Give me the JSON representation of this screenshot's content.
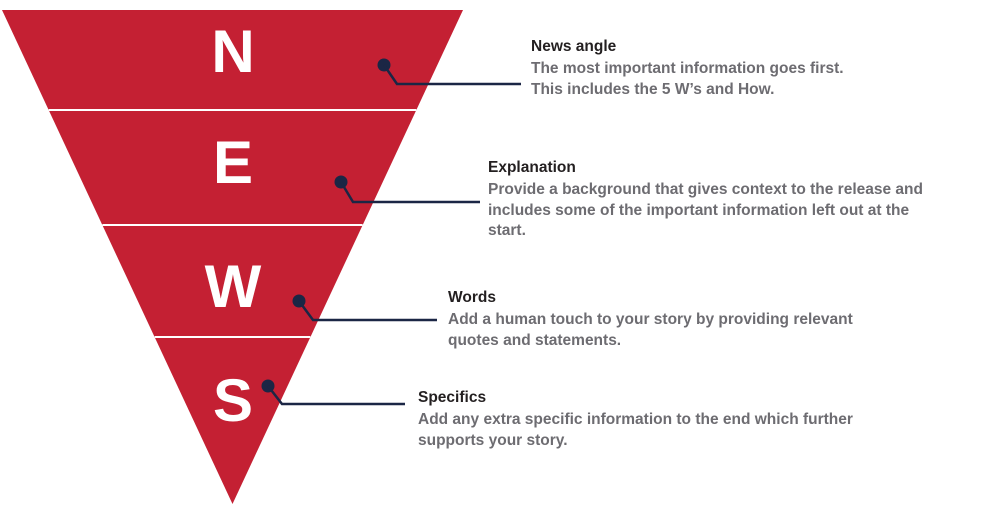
{
  "pyramid": {
    "letters": [
      "N",
      "E",
      "W",
      "S"
    ],
    "fill_color": "#C42033",
    "divider_color": "#FFFFFF"
  },
  "connectors": {
    "color": "#1B2645"
  },
  "annotations": [
    {
      "title": "News angle",
      "lines": [
        "The most important information goes first.",
        "This includes the 5 W’s and How."
      ]
    },
    {
      "title": "Explanation",
      "lines": [
        "Provide a background that gives context to the release and",
        "includes some of the important information left out at the",
        "start."
      ]
    },
    {
      "title": "Words",
      "lines": [
        "Add a human touch to your story by providing relevant",
        "quotes and statements."
      ]
    },
    {
      "title": "Specifics",
      "lines": [
        "Add any extra specific information to the end which further",
        "supports your story."
      ]
    }
  ],
  "colors": {
    "title_text": "#231F20",
    "body_text": "#6D6C71",
    "background": "#FFFFFF"
  }
}
